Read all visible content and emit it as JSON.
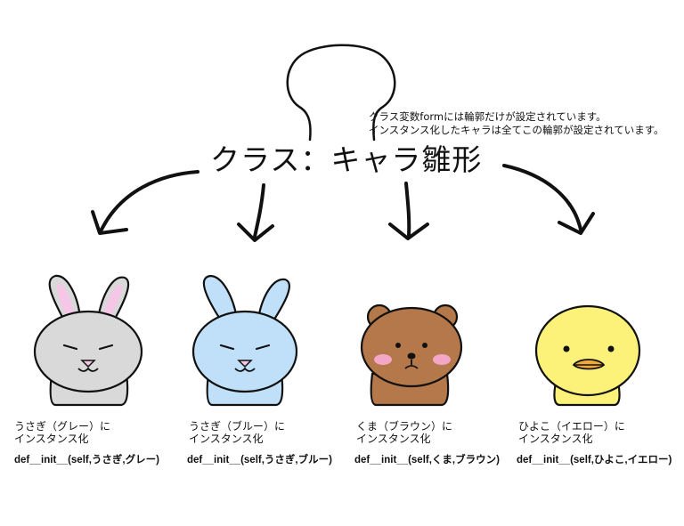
{
  "note": {
    "line1": "クラス変数formには輪郭だけが設定されています。",
    "line2": "インスタンス化したキャラは全てこの輪郭が設定されています。"
  },
  "title": "クラス：キャラ雛形",
  "characters": [
    {
      "caption1": "うさぎ（グレー）に",
      "caption2": "インスタンス化",
      "code": "def__init__(self,うさぎ,グレー)",
      "color": "#d9d9d9",
      "icon": "gray-rabbit-icon"
    },
    {
      "caption1": "うさぎ（ブルー）に",
      "caption2": "インスタンス化",
      "code": "def__init__(self,うさぎ,ブルー)",
      "color": "#bfe0f8",
      "icon": "blue-rabbit-icon"
    },
    {
      "caption1": "くま（ブラウン）に",
      "caption2": "インスタンス化",
      "code": "def__init__(self,くま,ブラウン)",
      "color": "#b5784a",
      "icon": "brown-bear-icon"
    },
    {
      "caption1": "ひよこ（イエロー）に",
      "caption2": "インスタンス化",
      "code": "def__init__(self,ひよこ,イエロー)",
      "color": "#fcf27a",
      "icon": "yellow-chick-icon"
    }
  ]
}
